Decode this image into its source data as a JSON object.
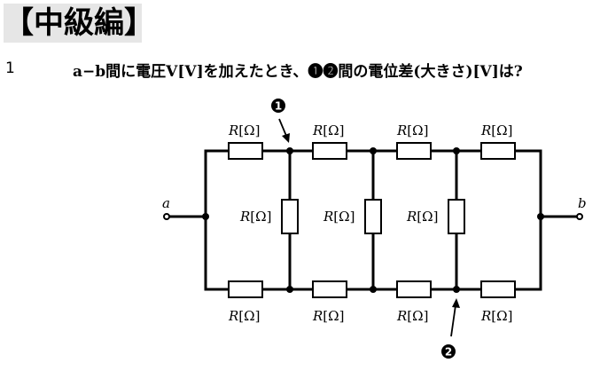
{
  "heading": "【中級編】",
  "question": {
    "number": "1",
    "text": "a−b間に電圧V[V]を加えたとき、❶❷間の電位差(大きさ)[V]は?"
  },
  "circuit": {
    "terminal_a": "a",
    "terminal_b": "b",
    "resistor_symbol": "R",
    "resistor_unit": "[Ω]",
    "node_1_marker": "1",
    "node_2_marker": "2"
  }
}
